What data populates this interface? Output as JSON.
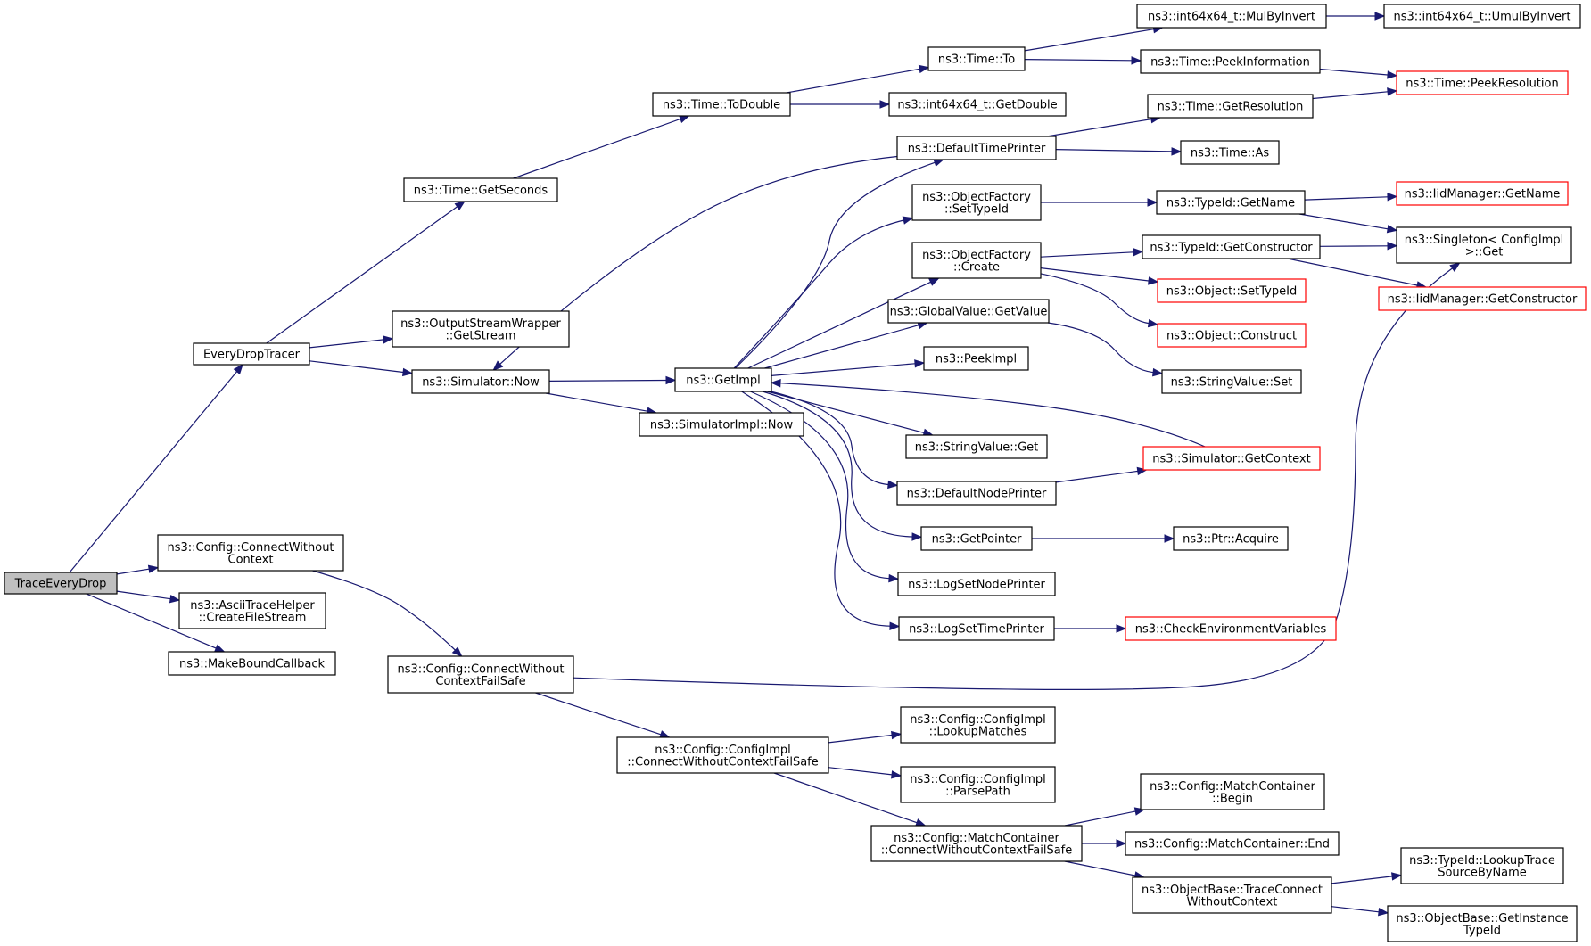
{
  "colors": {
    "edge": "#191970",
    "border": "#000000",
    "truncated_border": "#ff0000",
    "root_fill": "#bfbfbf"
  },
  "nodes": {
    "trace_every_drop": {
      "lines": [
        "TraceEveryDrop"
      ]
    },
    "every_drop_tracer": {
      "lines": [
        "EveryDropTracer"
      ]
    },
    "time_get_seconds": {
      "lines": [
        "ns3::Time::GetSeconds"
      ]
    },
    "output_stream_wrapper": {
      "lines": [
        "ns3::OutputStreamWrapper",
        "::GetStream"
      ]
    },
    "simulator_now": {
      "lines": [
        "ns3::Simulator::Now"
      ]
    },
    "time_to_double": {
      "lines": [
        "ns3::Time::ToDouble"
      ]
    },
    "time_to": {
      "lines": [
        "ns3::Time::To"
      ]
    },
    "int64_get_double": {
      "lines": [
        "ns3::int64x64_t::GetDouble"
      ]
    },
    "int64_mul_by_invert": {
      "lines": [
        "ns3::int64x64_t::MulByInvert"
      ]
    },
    "int64_umul_by_invert": {
      "lines": [
        "ns3::int64x64_t::UmulByInvert"
      ]
    },
    "time_peek_information": {
      "lines": [
        "ns3::Time::PeekInformation"
      ]
    },
    "time_peek_resolution": {
      "lines": [
        "ns3::Time::PeekResolution"
      ]
    },
    "time_get_resolution": {
      "lines": [
        "ns3::Time::GetResolution"
      ]
    },
    "default_time_printer": {
      "lines": [
        "ns3::DefaultTimePrinter"
      ]
    },
    "time_as": {
      "lines": [
        "ns3::Time::As"
      ]
    },
    "object_factory_set_type_id": {
      "lines": [
        "ns3::ObjectFactory",
        "::SetTypeId"
      ]
    },
    "typeid_get_name": {
      "lines": [
        "ns3::TypeId::GetName"
      ]
    },
    "iid_manager_get_name": {
      "lines": [
        "ns3::IidManager::GetName"
      ]
    },
    "singleton_get": {
      "lines": [
        "ns3::Singleton< ConfigImpl",
        ">::Get"
      ]
    },
    "object_factory_create": {
      "lines": [
        "ns3::ObjectFactory",
        "::Create"
      ]
    },
    "typeid_get_constructor": {
      "lines": [
        "ns3::TypeId::GetConstructor"
      ]
    },
    "iid_manager_get_constructor": {
      "lines": [
        "ns3::IidManager::GetConstructor"
      ]
    },
    "object_set_type_id": {
      "lines": [
        "ns3::Object::SetTypeId"
      ]
    },
    "object_construct": {
      "lines": [
        "ns3::Object::Construct"
      ]
    },
    "global_value_get_value": {
      "lines": [
        "ns3::GlobalValue::GetValue"
      ]
    },
    "string_value_set": {
      "lines": [
        "ns3::StringValue::Set"
      ]
    },
    "peek_impl": {
      "lines": [
        "ns3::PeekImpl"
      ]
    },
    "get_impl": {
      "lines": [
        "ns3::GetImpl"
      ]
    },
    "simulator_impl_now": {
      "lines": [
        "ns3::SimulatorImpl::Now"
      ]
    },
    "string_value_get": {
      "lines": [
        "ns3::StringValue::Get"
      ]
    },
    "simulator_get_context": {
      "lines": [
        "ns3::Simulator::GetContext"
      ]
    },
    "default_node_printer": {
      "lines": [
        "ns3::DefaultNodePrinter"
      ]
    },
    "get_pointer": {
      "lines": [
        "ns3::GetPointer"
      ]
    },
    "ptr_acquire": {
      "lines": [
        "ns3::Ptr::Acquire"
      ]
    },
    "log_set_node_printer": {
      "lines": [
        "ns3::LogSetNodePrinter"
      ]
    },
    "log_set_time_printer": {
      "lines": [
        "ns3::LogSetTimePrinter"
      ]
    },
    "check_environment_variables": {
      "lines": [
        "ns3::CheckEnvironmentVariables"
      ]
    },
    "config_connect_without_context": {
      "lines": [
        "ns3::Config::ConnectWithout",
        "Context"
      ]
    },
    "ascii_trace_helper_create_file_stream": {
      "lines": [
        "ns3::AsciiTraceHelper",
        "::CreateFileStream"
      ]
    },
    "make_bound_callback": {
      "lines": [
        "ns3::MakeBoundCallback"
      ]
    },
    "config_connect_without_context_failsafe": {
      "lines": [
        "ns3::Config::ConnectWithout",
        "ContextFailSafe"
      ]
    },
    "config_impl_connect_failsafe": {
      "lines": [
        "ns3::Config::ConfigImpl",
        "::ConnectWithoutContextFailSafe"
      ]
    },
    "config_impl_lookup_matches": {
      "lines": [
        "ns3::Config::ConfigImpl",
        "::LookupMatches"
      ]
    },
    "config_impl_parse_path": {
      "lines": [
        "ns3::Config::ConfigImpl",
        "::ParsePath"
      ]
    },
    "match_container_connect_failsafe": {
      "lines": [
        "ns3::Config::MatchContainer",
        "::ConnectWithoutContextFailSafe"
      ]
    },
    "match_container_begin": {
      "lines": [
        "ns3::Config::MatchContainer",
        "::Begin"
      ]
    },
    "match_container_end": {
      "lines": [
        "ns3::Config::MatchContainer::End"
      ]
    },
    "object_base_trace_connect": {
      "lines": [
        "ns3::ObjectBase::TraceConnect",
        "WithoutContext"
      ]
    },
    "typeid_lookup_trace_source": {
      "lines": [
        "ns3::TypeId::LookupTrace",
        "SourceByName"
      ]
    },
    "object_base_get_instance_typeid": {
      "lines": [
        "ns3::ObjectBase::GetInstance",
        "TypeId"
      ]
    }
  }
}
